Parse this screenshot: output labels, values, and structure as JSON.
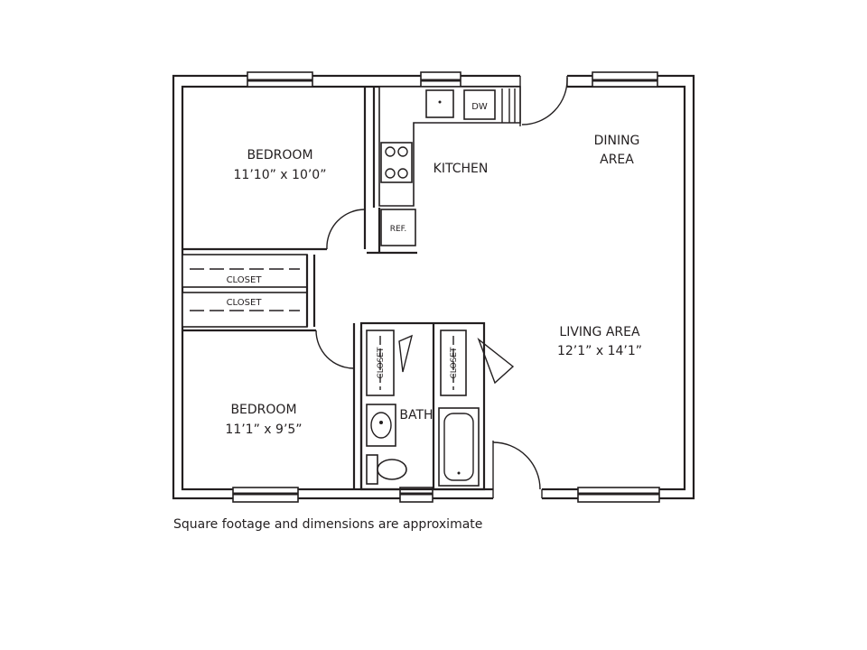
{
  "rooms": {
    "bedroom_top": {
      "name": "BEDROOM",
      "dims": "11’10” x 10’0”"
    },
    "bedroom_bottom": {
      "name": "BEDROOM",
      "dims": "11’1” x 9’5”"
    },
    "kitchen": {
      "name": "KITCHEN"
    },
    "dining": {
      "line1": "DINING",
      "line2": "AREA"
    },
    "living": {
      "name": "LIVING AREA",
      "dims": "12’1” x 14’1”"
    },
    "bath": {
      "name": "BATH"
    }
  },
  "closets": {
    "hall_top": "CLOSET",
    "hall_bottom": "CLOSET",
    "bath_left": "CLOSET",
    "bath_right": "CLOSET"
  },
  "appliances": {
    "dishwasher": "DW",
    "refrigerator": "REF."
  },
  "footnote": "Square footage and dimensions are approximate"
}
